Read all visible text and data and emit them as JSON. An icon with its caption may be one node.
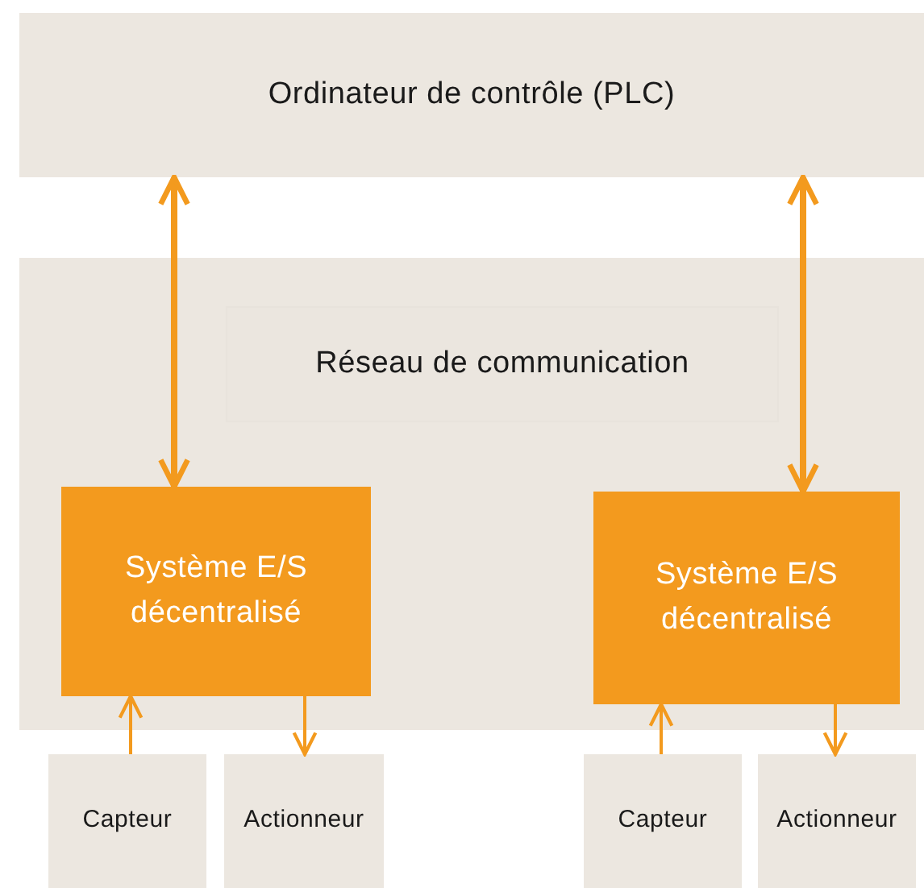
{
  "diagram": {
    "nodes": [
      {
        "text": [
          "Ordinateur de contrôle (PLC)"
        ]
      },
      {
        "text": [],
        "shape": "box"
      },
      {
        "text": [
          "Réseau de communication"
        ],
        "in": 1
      },
      {
        "text": [
          "Système E/S décentralisé"
        ],
        "in": 1
      },
      {
        "text": [
          "Système E/S décentralisé"
        ],
        "in": 1
      },
      {
        "text": [
          "Capteur"
        ]
      },
      {
        "text": [
          "Actionneur"
        ]
      },
      {
        "text": [
          "Capteur"
        ]
      },
      {
        "text": [
          "Actionneur"
        ]
      }
    ],
    "edges": [
      {
        "from": 0,
        "to": 3,
        "arrow": "both",
        "style": "thick"
      },
      {
        "from": 0,
        "to": 4,
        "arrow": "both",
        "style": "thick"
      },
      {
        "from": 5,
        "to": 3,
        "arrow": "to"
      },
      {
        "from": 3,
        "to": 6,
        "arrow": "to"
      },
      {
        "from": 7,
        "to": 4,
        "arrow": "to"
      },
      {
        "from": 4,
        "to": 8,
        "arrow": "to"
      }
    ]
  }
}
